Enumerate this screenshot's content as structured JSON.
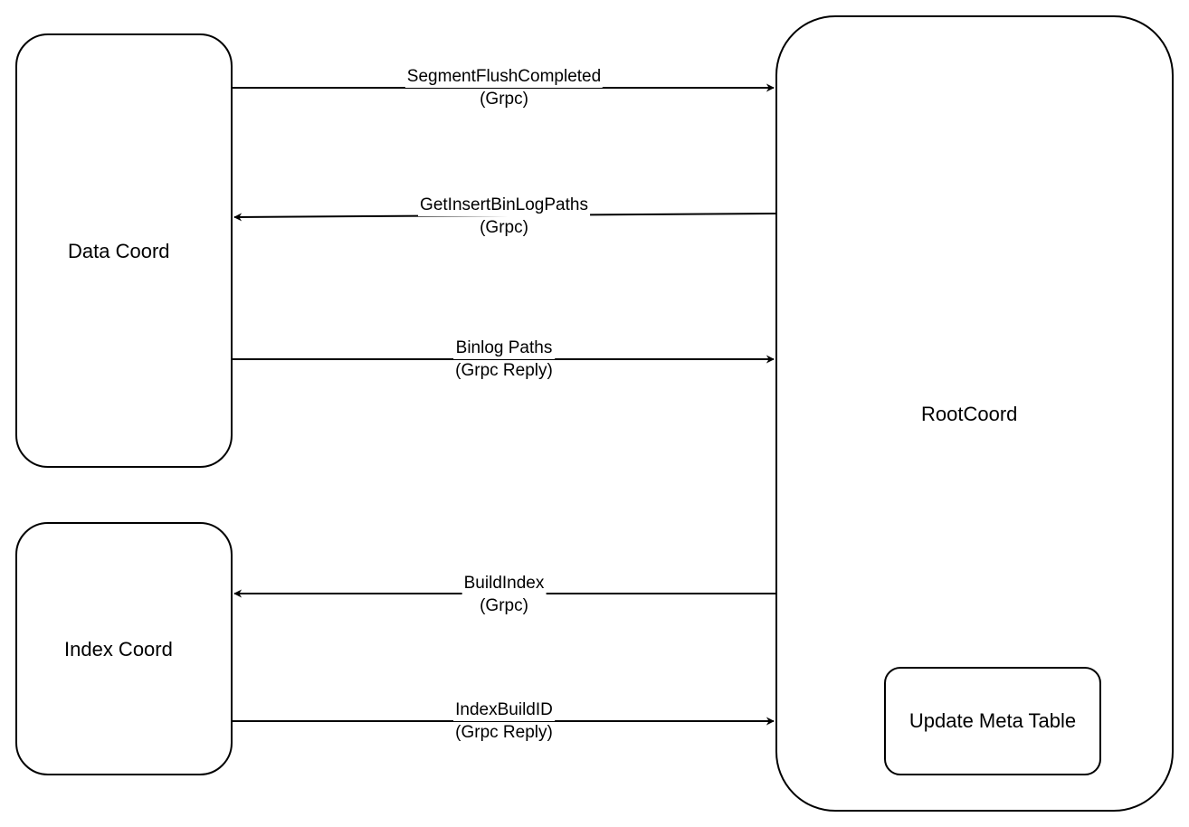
{
  "nodes": {
    "data_coord": "Data Coord",
    "index_coord": "Index Coord",
    "root_coord": "RootCoord",
    "meta_table": "Update Meta Table"
  },
  "edges": [
    {
      "label": "SegmentFlushCompleted",
      "sublabel": "(Grpc)"
    },
    {
      "label": "GetInsertBinLogPaths",
      "sublabel": "(Grpc)"
    },
    {
      "label": "Binlog Paths",
      "sublabel": "(Grpc Reply)"
    },
    {
      "label": "BuildIndex",
      "sublabel": "(Grpc)"
    },
    {
      "label": "IndexBuildID",
      "sublabel": "(Grpc Reply)"
    }
  ]
}
